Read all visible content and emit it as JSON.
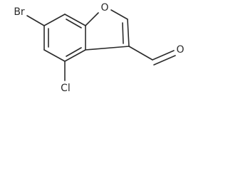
{
  "molecule": {
    "atoms": {
      "br": "Br",
      "o_ring": "O",
      "o_aldehyde": "O",
      "cl": "Cl"
    }
  }
}
